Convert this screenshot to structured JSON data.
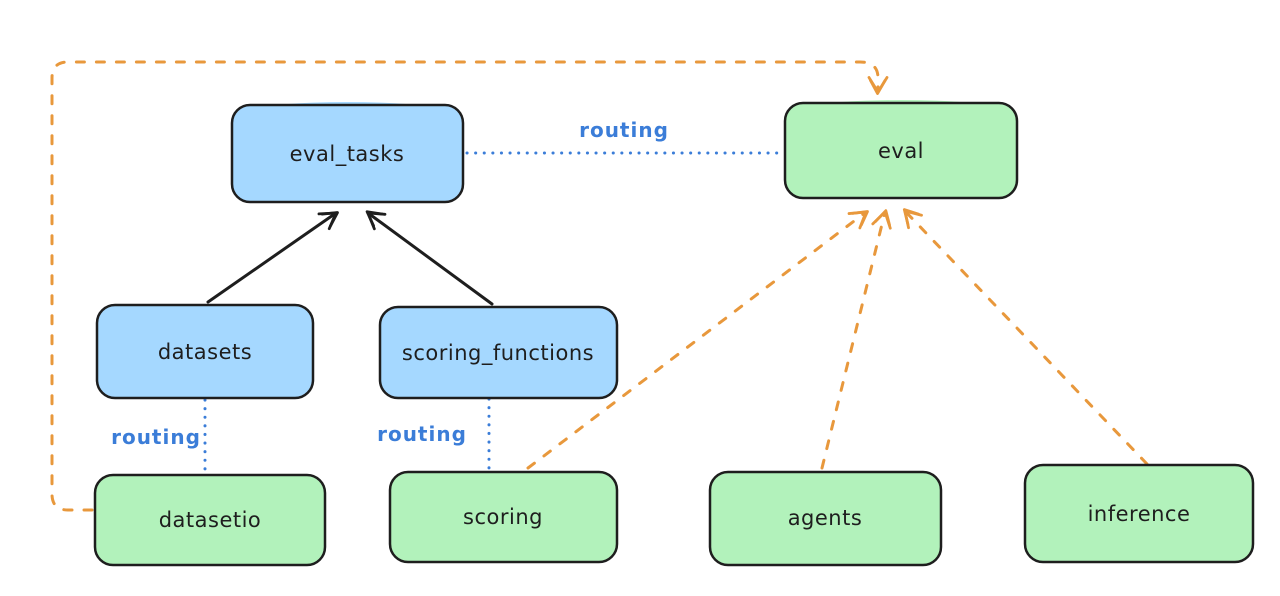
{
  "colors": {
    "background": "#ffffff",
    "node_blue_fill": "#a5d8ff",
    "node_green_fill": "#b2f2bb",
    "node_border": "#1e1e1e",
    "label_text": "#1e1e1e",
    "routing_blue": "#3b7dd8",
    "orange_dashed": "#e8983c",
    "black_arrow": "#1e1e1e"
  },
  "nodes": {
    "eval_tasks": {
      "label": "eval_tasks"
    },
    "eval": {
      "label": "eval"
    },
    "datasets": {
      "label": "datasets"
    },
    "scoring_functions": {
      "label": "scoring_functions"
    },
    "datasetio": {
      "label": "datasetio"
    },
    "scoring": {
      "label": "scoring"
    },
    "agents": {
      "label": "agents"
    },
    "inference": {
      "label": "inference"
    }
  },
  "edge_labels": {
    "eval_tasks_to_eval": "routing",
    "datasets_to_datasetio": "routing",
    "scoring_functions_to_scoring": "routing"
  }
}
